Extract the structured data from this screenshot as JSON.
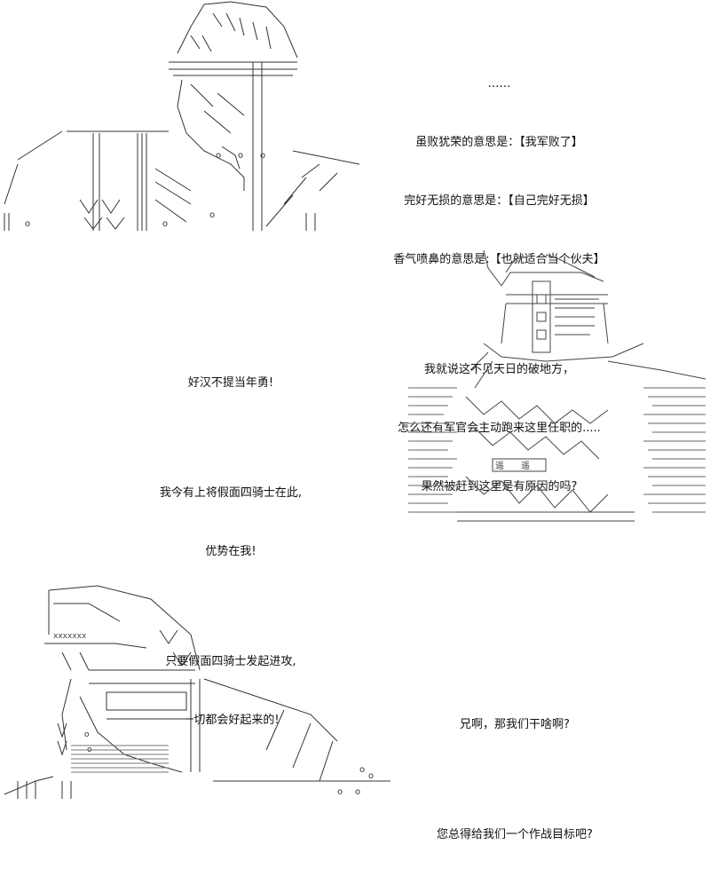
{
  "panels": [
    {
      "id": "panel-1",
      "character": "armored-soldier",
      "lines": [
        "……",
        "虽败犹荣的意思是：【我军败了】",
        "完好无损的意思是：【自己完好无损】",
        "香气喷鼻的意思是:【也就适合当个伙夫】",
        "",
        "我就说这不见天日的破地方，",
        "怎么还有军官会主动跑来这里任职的.....",
        "果然被赶到这里是有原因的吗?"
      ]
    },
    {
      "id": "panel-2",
      "character": "horned-commander",
      "lines": [
        "好汉不提当年勇!",
        "",
        "我今有上将假面四骑士在此,",
        "优势在我!",
        "",
        "只要假面四骑士发起进攻,",
        "一切都会好起来的!"
      ]
    },
    {
      "id": "panel-3",
      "character": "helmeted-soldier",
      "lines": [
        "兄啊，那我们干啥啊?",
        "",
        "您总得给我们一个作战目标吧?"
      ]
    }
  ],
  "colors": {
    "background": "#ffffff",
    "text": "#111111",
    "art_line": "#333333"
  }
}
